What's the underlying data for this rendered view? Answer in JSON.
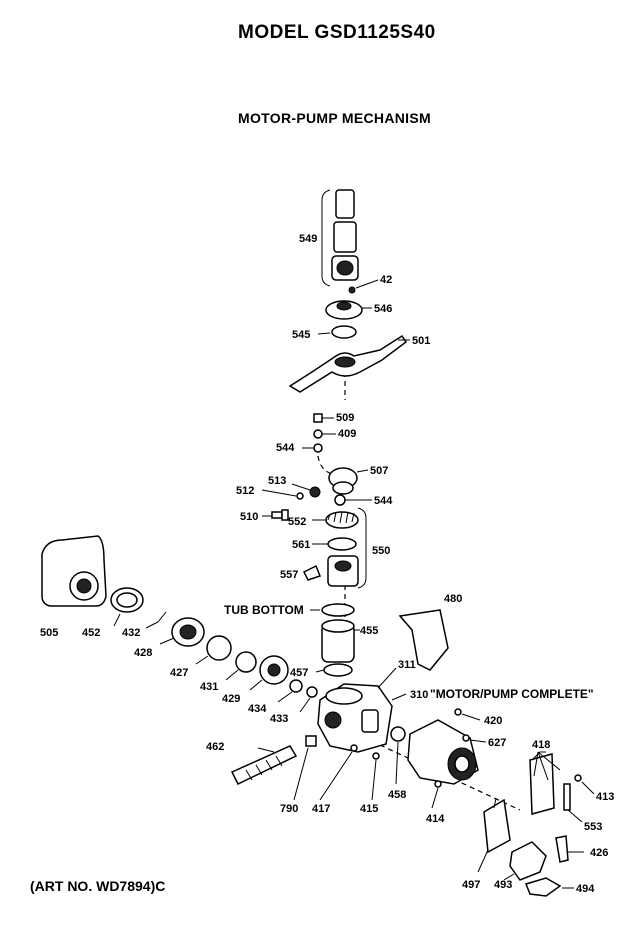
{
  "header": {
    "model_title": "MODEL GSD1125S40",
    "section_title": "MOTOR-PUMP MECHANISM"
  },
  "footer": {
    "art_no": "(ART NO. WD7894)C"
  },
  "notes": {
    "tub_bottom": "TUB BOTTOM",
    "motor_pump_complete": "\"MOTOR/PUMP COMPLETE\""
  },
  "part_labels": {
    "p549": "549",
    "p42": "42",
    "p546": "546",
    "p545": "545",
    "p501": "501",
    "p509": "509",
    "p409": "409",
    "p544a": "544",
    "p513": "513",
    "p507": "507",
    "p512": "512",
    "p544b": "544",
    "p510": "510",
    "p552": "552",
    "p561": "561",
    "p550": "550",
    "p557": "557",
    "p505": "505",
    "p452": "452",
    "p432": "432",
    "p428": "428",
    "p455": "455",
    "p480": "480",
    "p427": "427",
    "p431": "431",
    "p429": "429",
    "p434": "434",
    "p457": "457",
    "p433": "433",
    "p311": "311",
    "p310": "310",
    "p420": "420",
    "p627": "627",
    "p462": "462",
    "p418": "418",
    "p413": "413",
    "p790": "790",
    "p417": "417",
    "p415": "415",
    "p458": "458",
    "p414": "414",
    "p553": "553",
    "p426": "426",
    "p497": "497",
    "p493": "493",
    "p494": "494"
  }
}
